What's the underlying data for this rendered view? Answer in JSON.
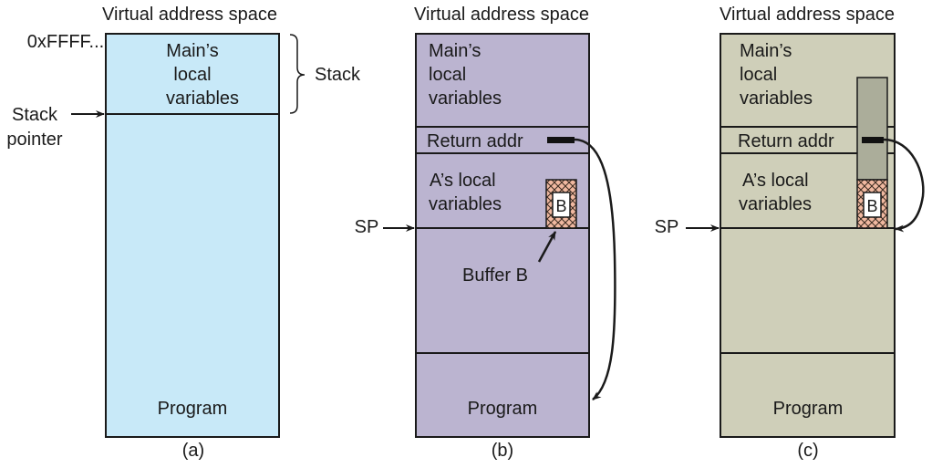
{
  "colors": {
    "panel_a": "#c8e9f8",
    "panel_b": "#bbb4d0",
    "panel_c": "#cfcfb9",
    "buffer_fill": "#f0b8a0",
    "overflow_fill": "#abad9a",
    "line": "#1a1a1a"
  },
  "panels": [
    {
      "id": "a",
      "title": "Virtual address space",
      "caption": "(a)",
      "top_label": "0xFFFF...",
      "brace_label": "Stack",
      "pointer_label_line1": "Stack",
      "pointer_label_line2": "pointer",
      "main_line1": "Main’s",
      "main_line2": "local",
      "main_line3": "variables",
      "program": "Program"
    },
    {
      "id": "b",
      "title": "Virtual address space",
      "caption": "(b)",
      "pointer_label": "SP",
      "main_line1": "Main’s",
      "main_line2": "local",
      "main_line3": "variables",
      "return_addr": "Return addr",
      "a_line1": "A’s local",
      "a_line2": "variables",
      "buffer_letter": "B",
      "buffer_label": "Buffer B",
      "program": "Program"
    },
    {
      "id": "c",
      "title": "Virtual address space",
      "caption": "(c)",
      "pointer_label": "SP",
      "main_line1": "Main’s",
      "main_line2": "local",
      "main_line3": "variables",
      "return_addr": "Return addr",
      "a_line1": "A’s local",
      "a_line2": "variables",
      "buffer_letter": "B",
      "program": "Program"
    }
  ]
}
